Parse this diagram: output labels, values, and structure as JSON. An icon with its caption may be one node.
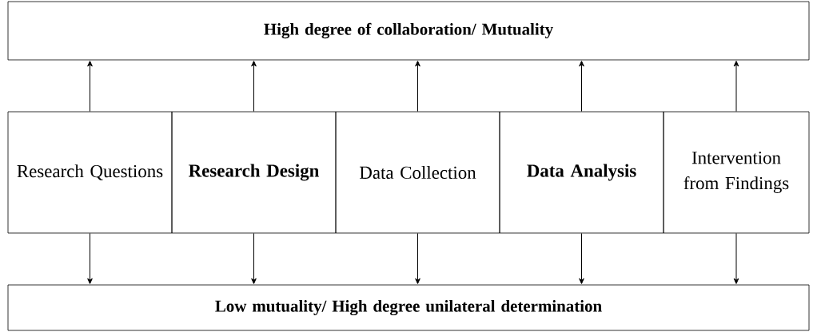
{
  "diagram": {
    "nodes": [
      {
        "text": [
          "High degree of collaboration/ Mutuality"
        ]
      },
      {
        "text": [
          "Research Questions"
        ]
      },
      {
        "text": [
          "Research Design"
        ]
      },
      {
        "text": [
          "Data Collection"
        ]
      },
      {
        "text": [
          "Data Analysis"
        ]
      },
      {
        "text": [
          "Intervention from Findings"
        ]
      },
      {
        "text": [
          "Low mutuality/ High degree unilateral determination"
        ]
      }
    ],
    "edges": [
      {
        "from": 1,
        "to": 0,
        "arrow": "to"
      },
      {
        "from": 2,
        "to": 0,
        "arrow": "to"
      },
      {
        "from": 3,
        "to": 0,
        "arrow": "to"
      },
      {
        "from": 4,
        "to": 0,
        "arrow": "to"
      },
      {
        "from": 5,
        "to": 0,
        "arrow": "to"
      },
      {
        "from": 1,
        "to": 6,
        "arrow": "to"
      },
      {
        "from": 2,
        "to": 6,
        "arrow": "to"
      },
      {
        "from": 3,
        "to": 6,
        "arrow": "to"
      },
      {
        "from": 4,
        "to": 6,
        "arrow": "to"
      },
      {
        "from": 5,
        "to": 6,
        "arrow": "to"
      }
    ]
  }
}
